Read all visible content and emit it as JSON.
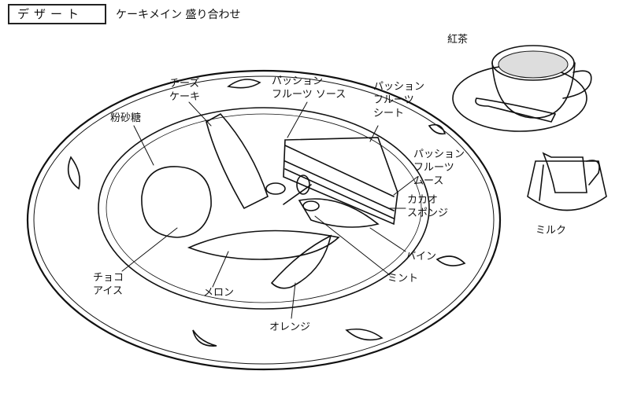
{
  "header": {
    "category": "デザート",
    "title": "ケーキメイン 盛り合わせ"
  },
  "labels": {
    "black_tea": "紅茶",
    "milk": "ミルク",
    "cheesecake": "チーズ\nケーキ",
    "passion_sauce": "パッション\nフルーツ ソース",
    "passion_sheet": "パッション\nフルーツ\nシート",
    "powdered_sugar": "粉砂糖",
    "passion_mousse": "パッション\nフルーツ\nムース",
    "cacao_sponge": "カカオ\nスポンジ",
    "pineapple": "パイン",
    "mint": "ミント",
    "choco_ice": "チョコ\nアイス",
    "melon": "メロン",
    "orange": "オレンジ"
  }
}
